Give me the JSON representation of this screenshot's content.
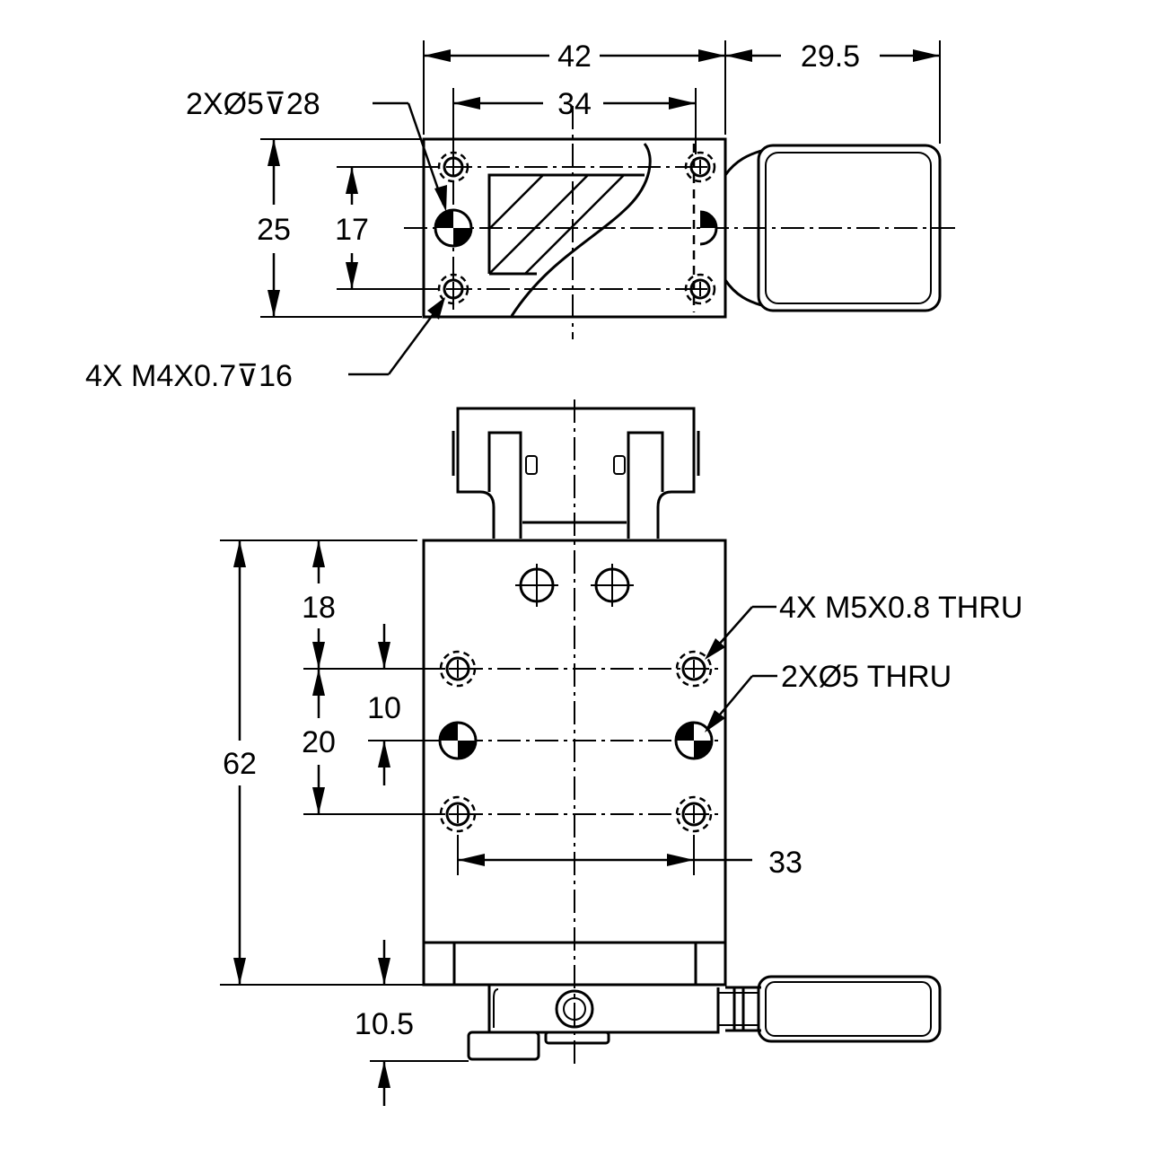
{
  "drawing": {
    "top_view": {
      "width_overall": "42",
      "knob_extension": "29.5",
      "hole_spacing_x": "34",
      "height": "25",
      "hole_spacing_y": "17",
      "callout_pin_holes": "2XØ5⊽28",
      "callout_tapped_holes": "4X M4X0.7⊽16"
    },
    "front_view": {
      "length": "62",
      "offset_top": "18",
      "spacing_mid": "20",
      "offset_pin": "10",
      "hole_spacing_x": "33",
      "offset_bottom": "10.5",
      "callout_tapped_holes": "4X M5X0.8 THRU",
      "callout_pin_holes": "2XØ5 THRU"
    }
  }
}
